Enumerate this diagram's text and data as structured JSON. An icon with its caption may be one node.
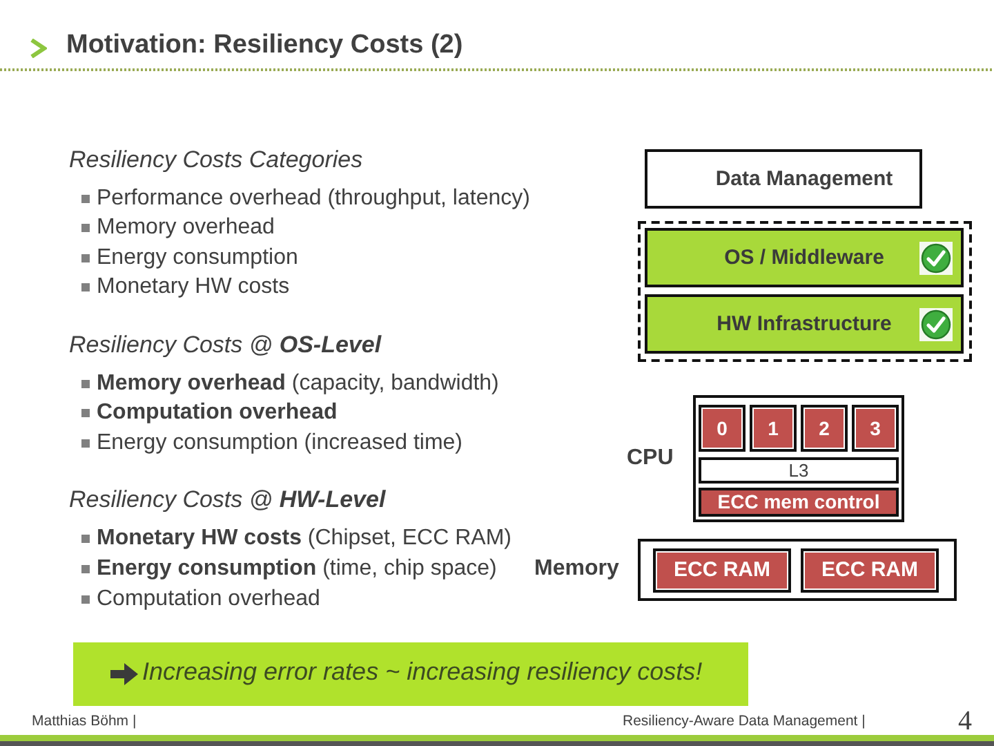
{
  "diagram": {
    "title": "Motivation: Resiliency Costs (2)",
    "nodes": [
      {
        "text": [
          "Data Management"
        ]
      },
      {
        "text": [],
        "shape": "box"
      },
      {
        "text": [
          "OS / Middleware"
        ],
        "in": 1
      },
      {
        "text": [
          "HW Infrastructure"
        ],
        "in": 1
      },
      {
        "text": [
          "CPU"
        ]
      },
      {
        "text": [
          "0"
        ],
        "in": 4
      },
      {
        "text": [
          "1"
        ],
        "in": 4
      },
      {
        "text": [
          "2"
        ],
        "in": 4
      },
      {
        "text": [
          "3"
        ],
        "in": 4
      },
      {
        "text": [
          "L3"
        ],
        "in": 4
      },
      {
        "text": [
          "ECC mem control"
        ],
        "in": 4
      },
      {
        "text": [
          "Memory"
        ]
      },
      {
        "text": [
          "ECC RAM"
        ],
        "in": 11
      },
      {
        "text": [
          "ECC RAM"
        ],
        "in": 11
      },
      {
        "text": [
          "Increasing error rates ~ increasing resiliency costs!"
        ]
      }
    ],
    "labels": [
      "Resiliency Costs Categories",
      "Performance overhead (throughput, latency)",
      "Memory overhead",
      "Energy consumption",
      "Monetary HW costs",
      "Resiliency Costs @ **OS-Level**",
      "**Memory overhead** (capacity, bandwidth)",
      "Computation overhead",
      "Energy consumption (increased time)",
      "Resiliency Costs @ **HW-Level**",
      "**Monetary HW costs** (Chipset, ECC RAM)",
      "**Energy consumption** (time, chip space)",
      "Computation overhead",
      "Matthias Böhm |",
      "Resiliency-Aware Data Management |",
      "4"
    ]
  }
}
